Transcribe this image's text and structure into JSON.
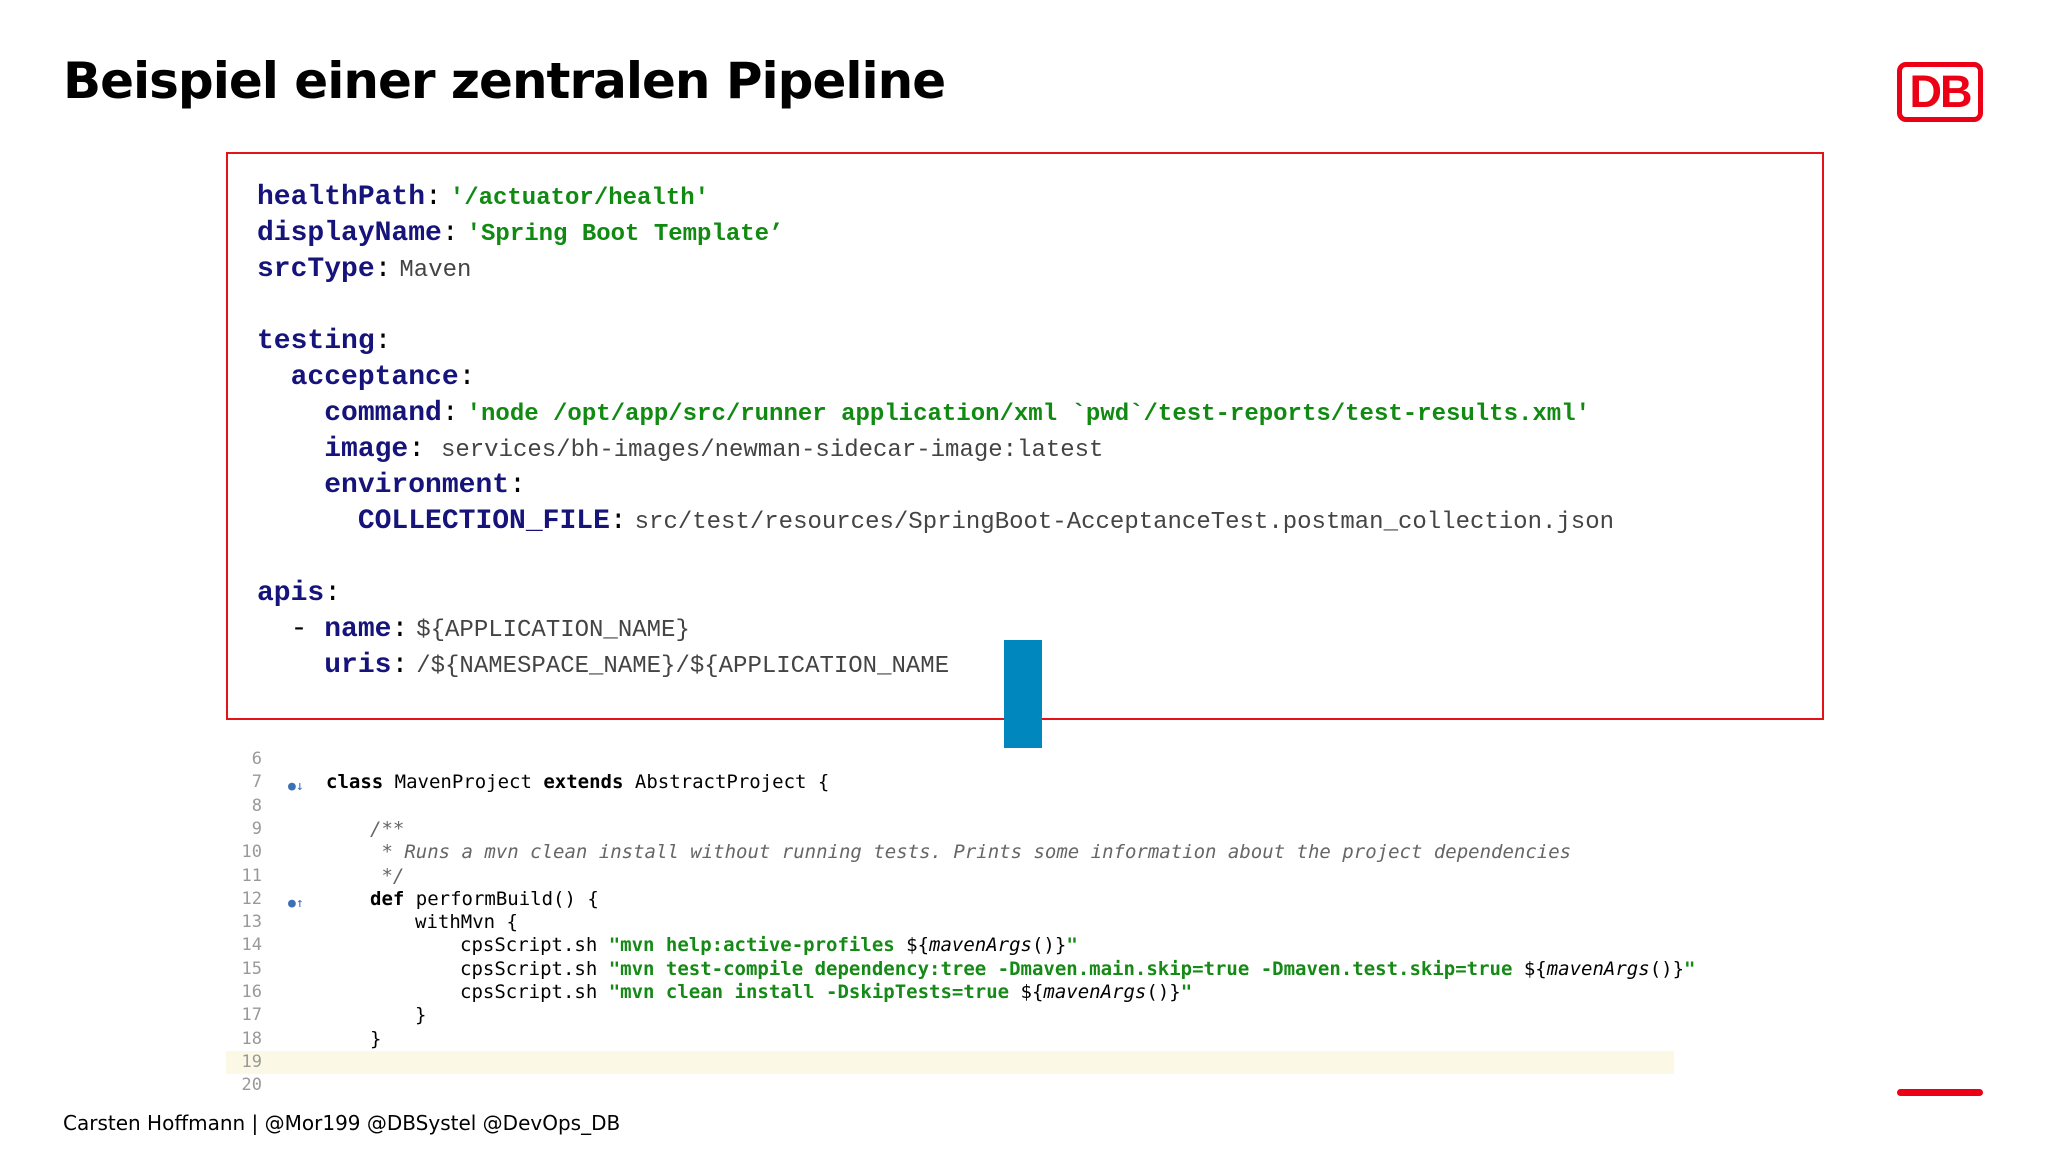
{
  "slide": {
    "title": "Beispiel einer zentralen Pipeline",
    "logo_text": "DB",
    "footer": "Carsten Hoffmann | @Mor199 @DBSystel @DevOps_DB",
    "brand_color": "#ec0016"
  },
  "yaml": {
    "health_key": "healthPath",
    "health_val": "'/actuator/health'",
    "display_key": "displayName",
    "display_val": "'Spring Boot Template’",
    "src_key": "srcType",
    "src_val": "Maven",
    "testing_key": "testing",
    "acceptance_key": "acceptance",
    "command_key": "command",
    "command_val": "'node /opt/app/src/runner application/xml `pwd`/test-reports/test-results.xml'",
    "image_key": "image",
    "image_val": "services/bh-images/newman-sidecar-image:latest",
    "environment_key": "environment",
    "collection_key": "COLLECTION_FILE",
    "collection_val": "src/test/resources/SpringBoot-AcceptanceTest.postman_collection.json",
    "apis_key": "apis",
    "name_key": "name",
    "name_val": "${APPLICATION_NAME}",
    "uris_key": "uris",
    "uris_val": "/${NAMESPACE_NAME}/${APPLICATION_NAME"
  },
  "code": {
    "line_numbers": [
      "6",
      "7",
      "8",
      "9",
      "10",
      "11",
      "12",
      "13",
      "14",
      "15",
      "16",
      "17",
      "18",
      "19",
      "20"
    ],
    "l7_kw1": "class",
    "l7_t1": " MavenProject ",
    "l7_kw2": "extends",
    "l7_t2": " AbstractProject {",
    "l9": "/**",
    "l10": " * Runs a mvn clean install without running tests. Prints some information about the project dependencies",
    "l11": " */",
    "l12_kw": "def",
    "l12_t": " performBuild() {",
    "l13": "withMvn {",
    "l14_a": "cpsScript.sh ",
    "l14_s1": "\"mvn help:active-profiles ",
    "l14_d": "${",
    "l14_i": "mavenArgs",
    "l14_e": "()}",
    "l14_q": "\"",
    "l15_a": "cpsScript.sh ",
    "l15_s1": "\"mvn test-compile dependency:tree -Dmaven.main.skip=true -Dmaven.test.skip=true ",
    "l15_d": "${",
    "l15_i": "mavenArgs",
    "l15_e": "()}",
    "l15_q": "\"",
    "l16_a": "cpsScript.sh ",
    "l16_s1": "\"mvn clean install -DskipTests=true ",
    "l16_d": "${",
    "l16_i": "mavenArgs",
    "l16_e": "()}",
    "l16_q": "\"",
    "l17": "}",
    "l18": "}",
    "colon": ":"
  }
}
